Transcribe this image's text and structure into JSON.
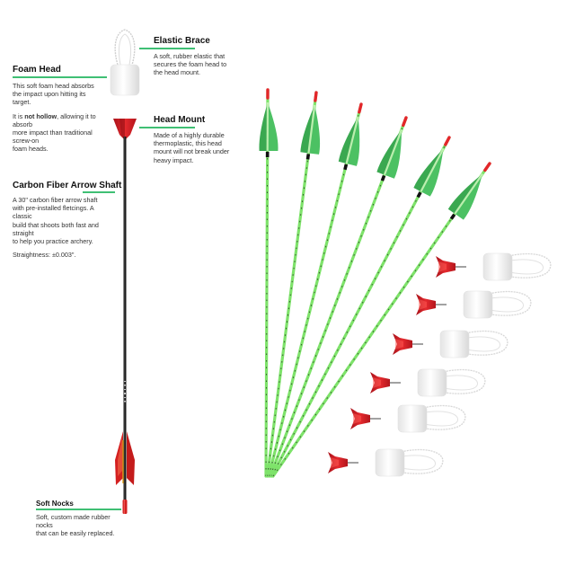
{
  "labels": {
    "elastic_brace": {
      "title": "Elastic Brace",
      "lines": [
        "A soft, rubber elastic that",
        "secures the foam head to",
        "the head mount."
      ]
    },
    "foam_head": {
      "title": "Foam Head",
      "para1": [
        "This soft foam head absorbs",
        "the impact upon hitting its",
        "target."
      ],
      "para2_prefix": "It is ",
      "para2_bold": "not hollow",
      "para2_suffix": ", allowing it to",
      "para2_rest": [
        "absorb",
        "more impact than traditional",
        "screw-on",
        "foam heads."
      ]
    },
    "head_mount": {
      "title": "Head Mount",
      "lines": [
        "Made of a highly durable",
        "thermoplastic, this head",
        "mount will not break under",
        "heavy impact."
      ]
    },
    "carbon_shaft": {
      "title": "Carbon Fiber Arrow Shaft",
      "lines": [
        "A 30\" carbon fiber arrow shaft",
        "with pre-installed fletcings. A",
        "classic",
        "build that shoots both fast and",
        "straight",
        "to help you practice archery."
      ],
      "straightness": "Straightness: ±0.003\"."
    },
    "soft_nocks": {
      "title": "Soft Nocks",
      "lines": [
        "Soft, custom made rubber",
        "nocks",
        "that can be easily replaced."
      ]
    }
  },
  "colors": {
    "accent_rule": "#3fbf74",
    "shaft_black": "#1b1b1b",
    "fletch_red": "#d42020",
    "arrow_green": "#7ee36a",
    "vane_green": "#43b85a",
    "mount_red": "#d31f24",
    "foam_white": "#f1f1f1"
  },
  "icons": [
    "arrow-shaft-icon",
    "foam-head-icon",
    "head-mount-icon",
    "elastic-brace-icon",
    "fletching-icon",
    "nock-icon"
  ]
}
